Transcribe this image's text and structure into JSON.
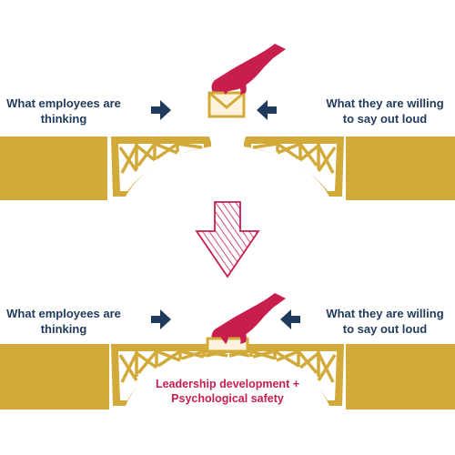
{
  "colors": {
    "gold": "#d2aa3a",
    "navy": "#1f3a5a",
    "crimson": "#c81e4e",
    "cream": "#fdf3dc"
  },
  "top": {
    "left_label_line1": "What employees are",
    "left_label_line2": "thinking",
    "right_label_line1": "What they are willing",
    "right_label_line2": "to say out loud"
  },
  "bottom": {
    "left_label_line1": "What employees are",
    "left_label_line2": "thinking",
    "right_label_line1": "What they are willing",
    "right_label_line2": "to say out loud",
    "caption_line1": "Leadership development +",
    "caption_line2": "Psychological safety"
  },
  "icons": {
    "hand": "hand-holding-envelope-icon",
    "envelope": "envelope-icon",
    "arrow_right": "arrow-right-icon",
    "arrow_left": "arrow-left-icon",
    "down_arrow": "hatched-down-arrow-icon"
  }
}
